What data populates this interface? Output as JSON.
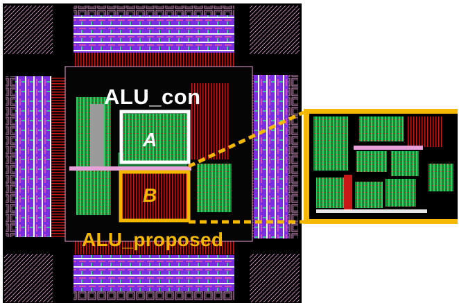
{
  "labels": {
    "alu_con": "ALU_con",
    "alu_proposed": "ALU_proposed",
    "block_a": "A",
    "block_b": "B"
  },
  "colors": {
    "background": "#000000",
    "con_highlight": "#ffffff",
    "proposed_highlight": "#f5b800",
    "metal_red": "#c81818",
    "metal_green": "#1ea84a",
    "metal_purple": "#6a1fd8",
    "metal_pink": "#e8a0d8",
    "metal_cyan": "#30c0b0"
  },
  "icons": {
    "chip": "chip-layout",
    "zoom": "zoomed-alu-layout"
  }
}
